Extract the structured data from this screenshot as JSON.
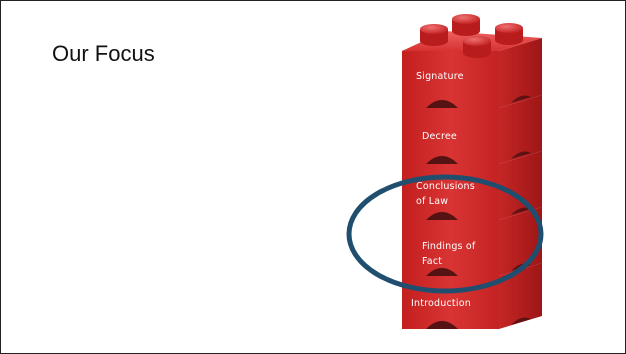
{
  "slide": {
    "title": "Our Focus",
    "bricks": [
      {
        "label": "Signature"
      },
      {
        "label": "Decree"
      },
      {
        "label": "Conclusions\nof Law"
      },
      {
        "label": "Findings of\nFact"
      },
      {
        "label": "Introduction"
      }
    ],
    "colors": {
      "brick_front": "#d42a2a",
      "brick_side": "#b51d1d",
      "brick_top": "#e84848",
      "highlight_ring": "#1f4e6e"
    },
    "highlight": "Conclusions of Law + Findings of Fact"
  }
}
